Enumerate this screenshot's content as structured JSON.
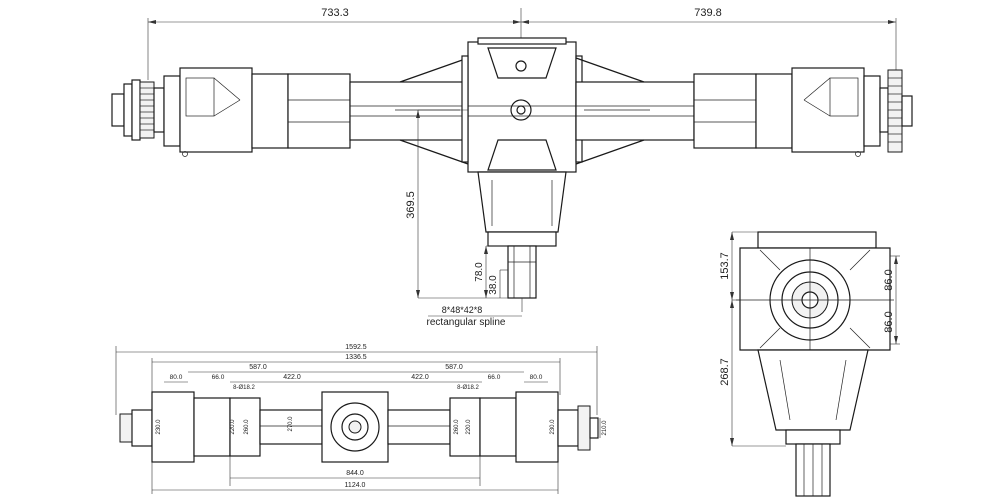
{
  "top_view": {
    "dim_left": "733.3",
    "dim_right": "739.8",
    "dim_height": "369.5",
    "dim_shaft": "78.0",
    "dim_stub": "38.0",
    "spline_spec": "8*48*42*8",
    "spline_name": "rectangular spline"
  },
  "side_view": {
    "dim_top": "153.7",
    "dim_bottom": "268.7",
    "dim_upper": "86.0",
    "dim_lower": "86.0"
  },
  "bottom_view": {
    "dim_overall": "1592.5",
    "dim_inner": "1336.5",
    "dim_left_587": "587.0",
    "dim_right_587": "587.0",
    "dim_left_422": "422.0",
    "dim_right_422": "422.0",
    "dim_left_80": "80.0",
    "dim_right_80": "80.0",
    "dim_left_66": "66.0",
    "dim_right_66": "66.0",
    "hole_left": "8-Ø18.2",
    "hole_right": "8-Ø18.2",
    "h_220_left": "220.0",
    "h_260": "260.0",
    "h_270": "270.0",
    "h_260_right": "260.0",
    "h_220_right": "220.0",
    "h_230_left": "230.0",
    "h_230_right": "230.0",
    "h_210": "210.0",
    "dim_844": "844.0",
    "dim_1124": "1124.0"
  }
}
